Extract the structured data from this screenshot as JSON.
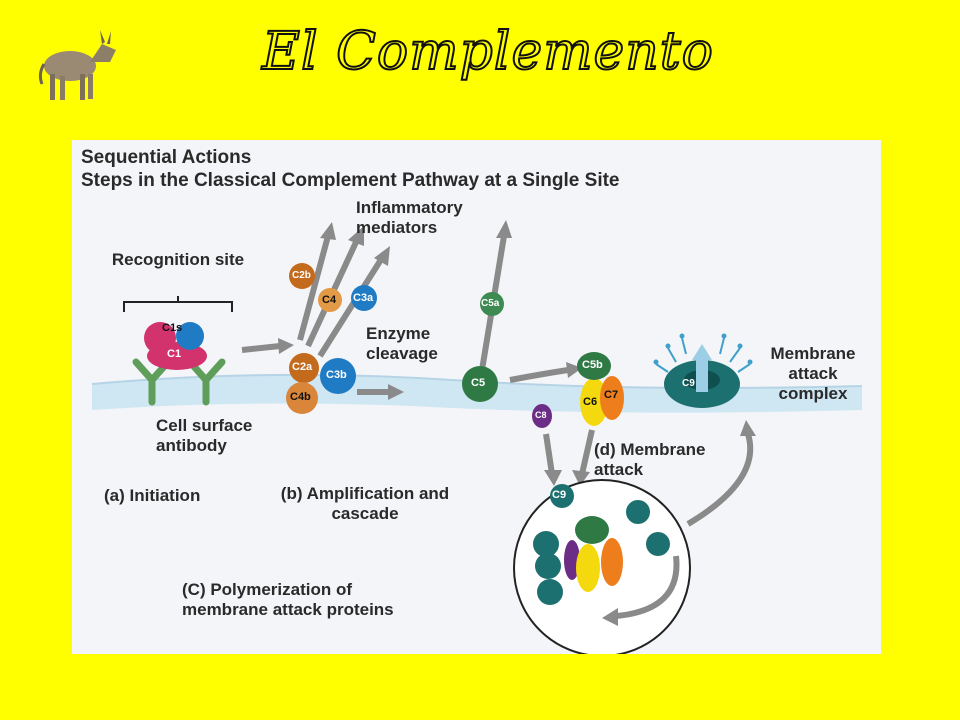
{
  "title": "El Complemento",
  "logo": "donkey-icon",
  "heading": {
    "line1": "Sequential Actions",
    "line2": "Steps in the Classical Complement Pathway at a Single Site"
  },
  "labels": {
    "recognition_site": "Recognition site",
    "cell_surface_antibody": "Cell surface antibody",
    "initiation": "(a) Initiation",
    "amplification": "(b) Amplification and cascade",
    "inflammatory_mediators": "Inflammatory mediators",
    "enzyme_cleavage": "Enzyme cleavage",
    "membrane_attack": "(d) Membrane attack",
    "membrane_attack_complex": "Membrane attack complex",
    "polymerization": "(C) Polymerization of membrane attack proteins"
  },
  "molecules": {
    "c1": "C1",
    "c1s": "C1s",
    "c2b": "C2b",
    "c4": "C4",
    "c3a": "C3a",
    "c2a": "C2a",
    "c4b": "C4b",
    "c3b": "C3b",
    "c5a": "C5a",
    "c5": "C5",
    "c5b": "C5b",
    "c6": "C6",
    "c7": "C7",
    "c8": "C8",
    "c9": "C9"
  },
  "colors": {
    "background": "#ffff00",
    "c1": "#d2336d",
    "c2": "#c46a1c",
    "c3": "#1f7bc4",
    "c5": "#2f7a44",
    "c6": "#f4d90f",
    "c7": "#ee7d1c",
    "c8": "#6b2d86",
    "c9": "#1d7070",
    "antibody": "#5f9e5a"
  }
}
